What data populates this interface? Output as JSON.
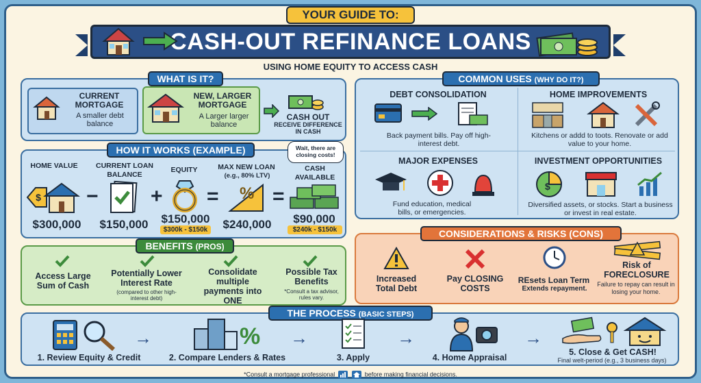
{
  "header": {
    "tag": "YOUR GUIDE TO:",
    "title": "CASH-OUT REFINANCE LOANS",
    "subtitle": "USING HOME EQUITY TO ACCESS CASH"
  },
  "what_is_it": {
    "title": "WHAT IS IT?",
    "current": {
      "title": "CURRENT MORTGAGE",
      "desc": "A smaller debt balance"
    },
    "new": {
      "title": "NEW, LARGER MORTGAGE",
      "desc": "A Larger larger balance"
    },
    "cashout": {
      "title": "CASH OUT",
      "desc": "RECEIVE DIFFERENCE IN CASH"
    }
  },
  "how_it_works": {
    "title": "HOW IT WORKS (EXAMPLE)",
    "bubble": "Wait, there are closing costs!",
    "items": [
      {
        "label": "HOME VALUE",
        "value": "$300,000",
        "note": ""
      },
      {
        "label": "CURRENT LOAN BALANCE",
        "value": "$150,000",
        "note": ""
      },
      {
        "label": "EQUITY",
        "value": "$150,000",
        "note": "$300k - $150k"
      },
      {
        "label": "MAX NEW LOAN",
        "sub": "(e.g., 80% LTV)",
        "value": "$240,000",
        "note": ""
      },
      {
        "label": "CASH AVAILABLE",
        "value": "$90,000",
        "note": "$240k - $150k"
      }
    ],
    "ops": [
      "−",
      "+",
      "=",
      "="
    ]
  },
  "benefits": {
    "title": "BENEFITS",
    "title_suffix": "(PROS)",
    "items": [
      {
        "label": "Access Large Sum of Cash",
        "note": ""
      },
      {
        "label": "Potentially Lower Interest Rate",
        "note": "(compared to other high-interest debt)"
      },
      {
        "label": "Consolidate multiple payments into ONE",
        "note": ""
      },
      {
        "label": "Possible Tax Benefits",
        "note": "*Consult a tax advisor, rules vary."
      }
    ]
  },
  "common_uses": {
    "title": "COMMON USES",
    "title_suffix": "(WHY DO IT?)",
    "items": [
      {
        "title": "DEBT CONSOLIDATION",
        "desc": "Back payment bills. Pay off high-interest debt."
      },
      {
        "title": "HOME IMPROVEMENTS",
        "desc": "Kitchens or addd to toots. Renovate or add value to your home."
      },
      {
        "title": "MAJOR EXPENSES",
        "desc": "Fund education, medical bills, or emergencies."
      },
      {
        "title": "INVESTMENT OPPORTUNITIES",
        "desc": "Diversified assets, or stocks. Start a business or invest in real estate."
      }
    ]
  },
  "risks": {
    "title": "CONSIDERATIONS & RISKS",
    "title_suffix": "(CONS)",
    "items": [
      {
        "label": "Increased Total Debt",
        "note": ""
      },
      {
        "label": "Pay CLOSING COSTS",
        "note": ""
      },
      {
        "label": "REsets Loan Term",
        "note": "Extends repayment."
      },
      {
        "label": "Risk of FORECLOSURE",
        "note": "Failure to repay can result in losing your home."
      }
    ]
  },
  "process": {
    "title": "THE PROCESS",
    "title_suffix": "(BASIC STEPS)",
    "steps": [
      {
        "label": "1. Review Equity & Credit",
        "note": ""
      },
      {
        "label": "2. Compare Lenders & Rates",
        "note": ""
      },
      {
        "label": "3. Apply",
        "note": ""
      },
      {
        "label": "4. Home Appraisal",
        "note": ""
      },
      {
        "label": "5. Close & Get CASH!",
        "note": "Final welt-period (e.g., 3 business days)"
      }
    ]
  },
  "footer": {
    "left": "*Consult a mortgage professional",
    "right": "before making financial decisions."
  },
  "colors": {
    "navy": "#2b4f86",
    "yellow": "#f6c23b",
    "green": "#3c8b3b",
    "orange": "#e2743a"
  }
}
